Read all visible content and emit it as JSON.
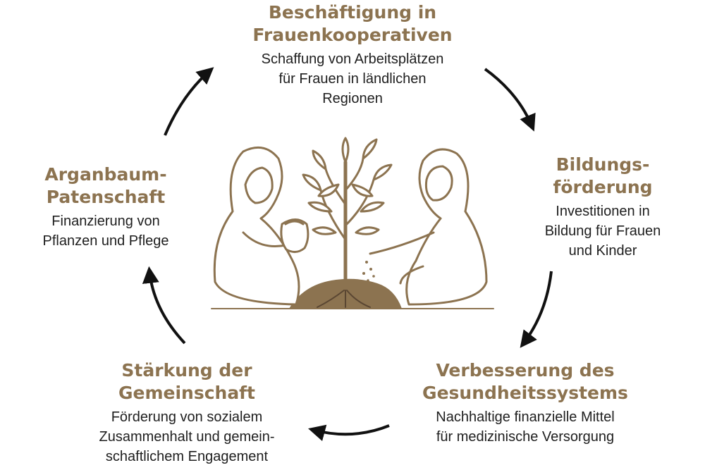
{
  "colors": {
    "heading": "#8c7350",
    "body": "#1e1e1e",
    "arrow": "#111111",
    "illustration": "#8c7350"
  },
  "steps": [
    {
      "title_lines": [
        "Beschäftigung in",
        "Frauenkooperativen"
      ],
      "text_lines": [
        "Schaffung von Arbeitsplätzen",
        "für Frauen in ländlichen",
        "Regionen"
      ]
    },
    {
      "title_lines": [
        "Bildungs-",
        "förderung"
      ],
      "text_lines": [
        "Investitionen in",
        "Bildung für Frauen",
        "und Kinder"
      ]
    },
    {
      "title_lines": [
        "Verbesserung des",
        "Gesundheitssystems"
      ],
      "text_lines": [
        "Nachhaltige finanzielle Mittel",
        "für medizinische Versorgung"
      ]
    },
    {
      "title_lines": [
        "Stärkung der",
        "Gemeinschaft"
      ],
      "text_lines": [
        "Förderung von sozialem",
        "Zusammenhalt und gemein-",
        "schaftlichem Engagement"
      ]
    },
    {
      "title_lines": [
        "Arganbaum-",
        "Patenschaft"
      ],
      "text_lines": [
        "Finanzierung von",
        "Pflanzen und Pflege"
      ]
    }
  ],
  "illustration": {
    "subject": "two women planting a tree",
    "icon": "women-planting-tree-icon"
  },
  "arrow_icon": "curved-arrow-icon"
}
